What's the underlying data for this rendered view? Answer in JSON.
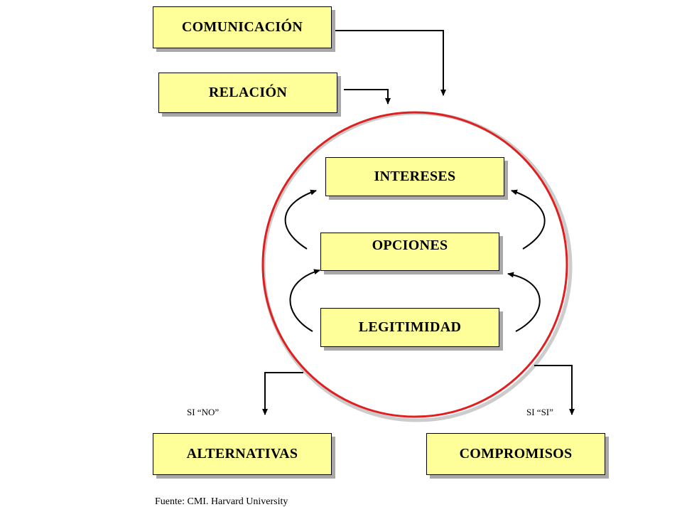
{
  "boxes": {
    "comunicacion": "COMUNICACIÓN",
    "relacion": "RELACIÓN",
    "intereses": "INTERESES",
    "opciones": "OPCIONES",
    "legitimidad": "LEGITIMIDAD",
    "alternativas": "ALTERNATIVAS",
    "compromisos": "COMPROMISOS"
  },
  "branch_labels": {
    "si_no": "SI “NO”",
    "si_si": "SI “SI”"
  },
  "source": "Fuente: CMI. Harvard University",
  "colors": {
    "box_fill": "#ffff99",
    "box_border": "#000000",
    "box_shadow": "#a8a8a8",
    "circle": "#e02020",
    "circle_shadow": "#c8c8c8"
  }
}
